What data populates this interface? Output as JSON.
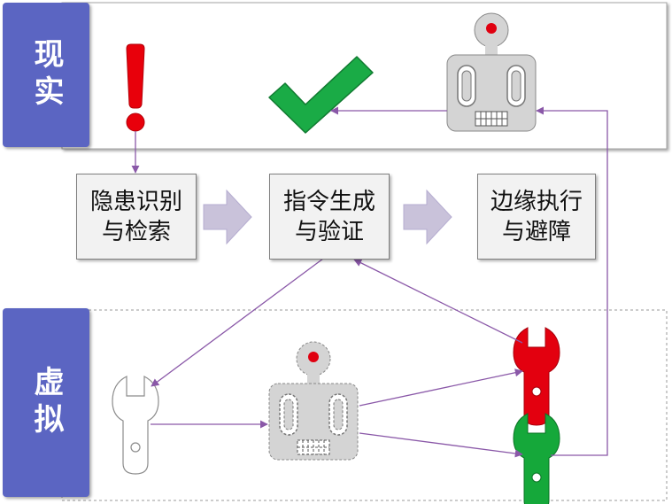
{
  "labels": {
    "reality": "现实",
    "virtual": "虚拟"
  },
  "steps": [
    {
      "text": "隐患识别\n与检索"
    },
    {
      "text": "指令生成\n与验证"
    },
    {
      "text": "边缘执行\n与避障"
    }
  ],
  "icons": {
    "alert": "exclamation-icon",
    "check": "checkmark-icon",
    "robot": "robot-icon",
    "wrench": "wrench-icon"
  },
  "colors": {
    "label_bg": "#5b65c2",
    "arrow_line": "#8a58a8",
    "process_arrow": "#c9c2da",
    "check": "#1aab46",
    "alert": "#e8000b",
    "wrench_red": "#e3000f",
    "wrench_green": "#15a83a",
    "robot_fill": "#d4d4d4"
  }
}
